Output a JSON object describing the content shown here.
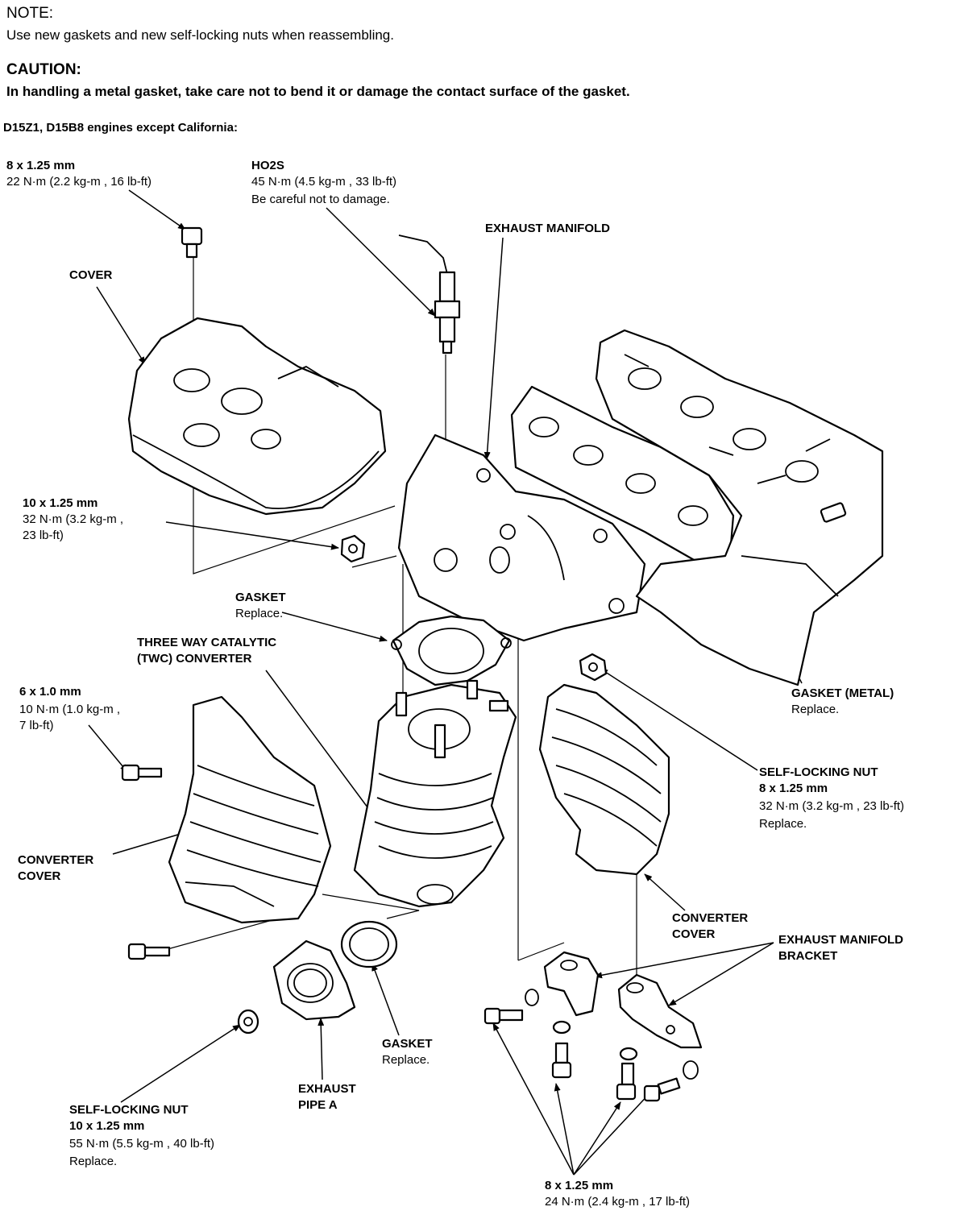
{
  "header": {
    "note_title": "NOTE:",
    "note_text": "Use new gaskets and new self-locking nuts when reassembling.",
    "caution_title": "CAUTION:",
    "caution_text": "In handling a metal gasket, take care not to bend it or damage the contact surface of the gasket.",
    "engine_scope": "D15Z1, D15B8 engines except California:"
  },
  "callouts": {
    "cover_bolt": {
      "size": "8 x 1.25 mm",
      "torque": "22 N·m (2.2 kg-m , 16 lb-ft)"
    },
    "ho2s": {
      "name": "HO2S",
      "torque": "45 N·m (4.5 kg-m , 33 lb-ft)",
      "note": "Be careful not to damage."
    },
    "exhaust_manifold": "EXHAUST MANIFOLD",
    "cover": "COVER",
    "manifold_nut": {
      "size": "10 x 1.25 mm",
      "torque_l1": "32 N·m (3.2 kg-m ,",
      "torque_l2": "23 lb-ft)"
    },
    "gasket_top": {
      "name": "GASKET",
      "note": "Replace."
    },
    "twc": {
      "line1": "THREE WAY CATALYTIC",
      "line2": "(TWC) CONVERTER"
    },
    "cover_bolt_small": {
      "size": "6 x 1.0 mm",
      "torque_l1": "10 N·m (1.0 kg-m ,",
      "torque_l2": "7 lb-ft)"
    },
    "gasket_metal": {
      "name": "GASKET (METAL)",
      "note": "Replace."
    },
    "self_locking_nut_right": {
      "name": "SELF-LOCKING NUT",
      "size": "8 x 1.25 mm",
      "torque": "32 N·m (3.2 kg-m , 23 lb-ft)",
      "note": "Replace."
    },
    "converter_cover_left": {
      "line1": "CONVERTER",
      "line2": "COVER"
    },
    "converter_cover_right": {
      "line1": "CONVERTER",
      "line2": "COVER"
    },
    "bracket": {
      "line1": "EXHAUST MANIFOLD",
      "line2": "BRACKET"
    },
    "gasket_bottom": {
      "name": "GASKET",
      "note": "Replace."
    },
    "exhaust_pipe": {
      "line1": "EXHAUST",
      "line2": "PIPE A"
    },
    "self_locking_nut_bottom": {
      "name": "SELF-LOCKING NUT",
      "size": "10 x 1.25 mm",
      "torque": "55 N·m (5.5 kg-m , 40 lb-ft)",
      "note": "Replace."
    },
    "bracket_bolt": {
      "size": "8 x 1.25 mm",
      "torque": "24 N·m (2.4 kg-m , 17 lb-ft)"
    }
  }
}
